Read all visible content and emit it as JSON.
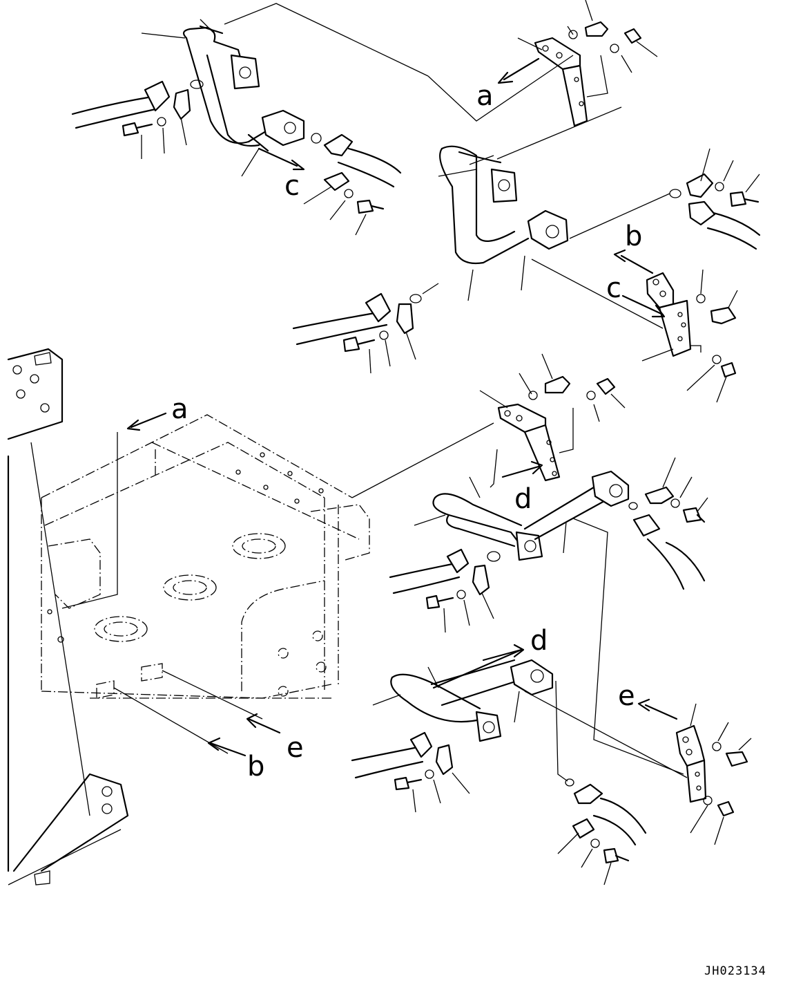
{
  "drawing_code": "JH023134",
  "ref_labels": {
    "a1": "a",
    "a2": "a",
    "b1": "b",
    "b2": "b",
    "c1": "c",
    "c2": "c",
    "d1": "d",
    "d2": "d",
    "e1": "e",
    "e2": "e"
  }
}
